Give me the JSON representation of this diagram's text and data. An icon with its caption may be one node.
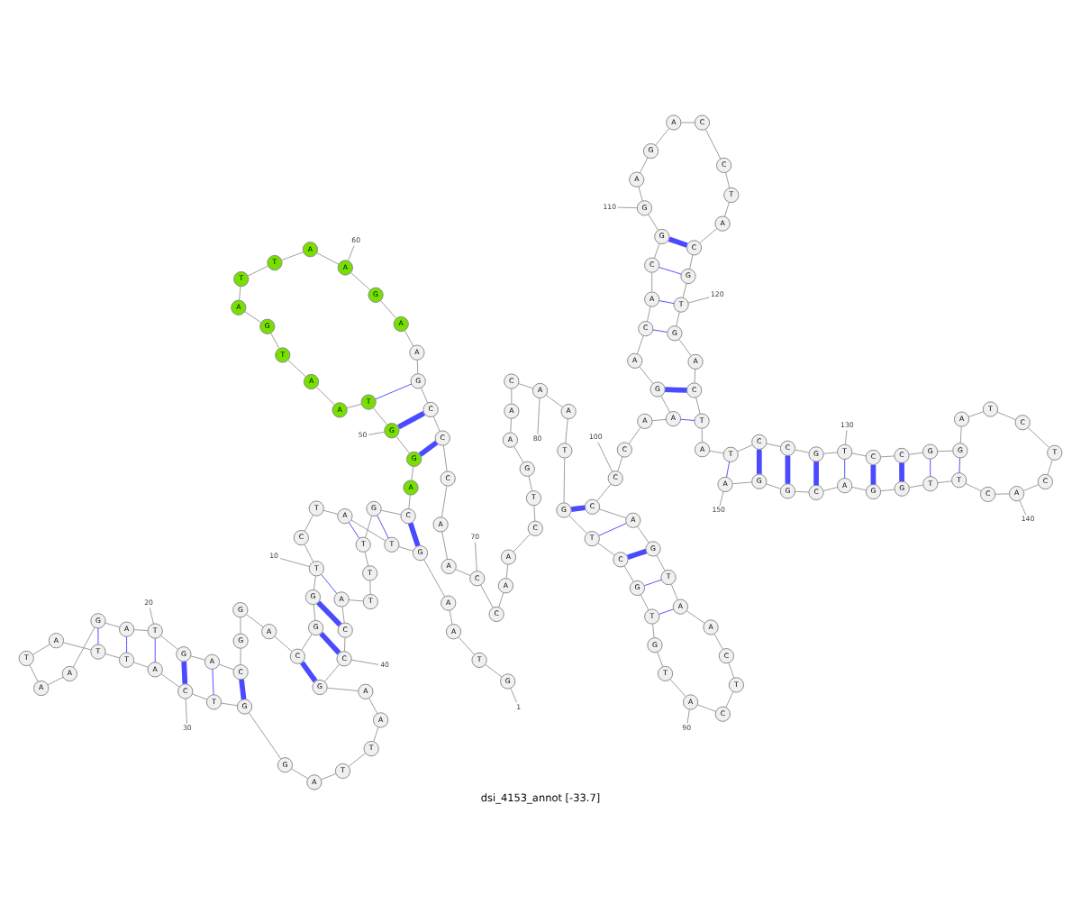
{
  "diagram": {
    "title": "dsi_4153_annot [-33.7]",
    "nodes": [
      {
        "text": [
          "G"
        ]
      },
      {
        "text": [
          "T"
        ]
      },
      {
        "text": [
          "A"
        ]
      },
      {
        "text": [
          "A"
        ]
      },
      {
        "text": [
          "G"
        ]
      },
      {
        "text": [
          "T"
        ]
      },
      {
        "text": [
          "A"
        ]
      },
      {
        "text": [
          "T"
        ]
      },
      {
        "text": [
          "C"
        ]
      },
      {
        "text": [
          "T"
        ]
      },
      {
        "text": [
          "G"
        ]
      },
      {
        "text": [
          "G"
        ]
      },
      {
        "text": [
          "C"
        ]
      },
      {
        "text": [
          "A"
        ]
      },
      {
        "text": [
          "G"
        ]
      },
      {
        "text": [
          "G"
        ]
      },
      {
        "text": [
          "C"
        ]
      },
      {
        "text": [
          "A"
        ]
      },
      {
        "text": [
          "G"
        ]
      },
      {
        "text": [
          "T"
        ]
      },
      {
        "text": [
          "A"
        ]
      },
      {
        "text": [
          "G"
        ]
      },
      {
        "text": [
          "A"
        ]
      },
      {
        "text": [
          "A"
        ]
      },
      {
        "text": [
          "T"
        ]
      },
      {
        "text": [
          "A"
        ]
      },
      {
        "text": [
          "T"
        ]
      },
      {
        "text": [
          "T"
        ]
      },
      {
        "text": [
          "A"
        ]
      },
      {
        "text": [
          "C"
        ]
      },
      {
        "text": [
          "T"
        ]
      },
      {
        "text": [
          "G"
        ]
      },
      {
        "text": [
          "G"
        ]
      },
      {
        "text": [
          "A"
        ]
      },
      {
        "text": [
          "T"
        ]
      },
      {
        "text": [
          "T"
        ]
      },
      {
        "text": [
          "A"
        ]
      },
      {
        "text": [
          "A"
        ]
      },
      {
        "text": [
          "G"
        ]
      },
      {
        "text": [
          "C"
        ]
      },
      {
        "text": [
          "C"
        ]
      },
      {
        "text": [
          "A"
        ]
      },
      {
        "text": [
          "T"
        ]
      },
      {
        "text": [
          "T"
        ]
      },
      {
        "text": [
          "T"
        ]
      },
      {
        "text": [
          "G"
        ]
      },
      {
        "text": [
          "C"
        ]
      },
      {
        "text": [
          "A"
        ]
      },
      {
        "text": [
          "G"
        ]
      },
      {
        "text": [
          "G"
        ]
      },
      {
        "text": [
          "T"
        ]
      },
      {
        "text": [
          "A"
        ]
      },
      {
        "text": [
          "A"
        ]
      },
      {
        "text": [
          "T"
        ]
      },
      {
        "text": [
          "G"
        ]
      },
      {
        "text": [
          "A"
        ]
      },
      {
        "text": [
          "T"
        ]
      },
      {
        "text": [
          "T"
        ]
      },
      {
        "text": [
          "A"
        ]
      },
      {
        "text": [
          "A"
        ]
      },
      {
        "text": [
          "G"
        ]
      },
      {
        "text": [
          "A"
        ]
      },
      {
        "text": [
          "A"
        ]
      },
      {
        "text": [
          "G"
        ]
      },
      {
        "text": [
          "C"
        ]
      },
      {
        "text": [
          "C"
        ]
      },
      {
        "text": [
          "C"
        ]
      },
      {
        "text": [
          "A"
        ]
      },
      {
        "text": [
          "A"
        ]
      },
      {
        "text": [
          "C"
        ]
      },
      {
        "text": [
          "C"
        ]
      },
      {
        "text": [
          "A"
        ]
      },
      {
        "text": [
          "A"
        ]
      },
      {
        "text": [
          "C"
        ]
      },
      {
        "text": [
          "T"
        ]
      },
      {
        "text": [
          "G"
        ]
      },
      {
        "text": [
          "A"
        ]
      },
      {
        "text": [
          "A"
        ]
      },
      {
        "text": [
          "C"
        ]
      },
      {
        "text": [
          "A"
        ]
      },
      {
        "text": [
          "A"
        ]
      },
      {
        "text": [
          "T"
        ]
      },
      {
        "text": [
          "G"
        ]
      },
      {
        "text": [
          "T"
        ]
      },
      {
        "text": [
          "C"
        ]
      },
      {
        "text": [
          "G"
        ]
      },
      {
        "text": [
          "T"
        ]
      },
      {
        "text": [
          "G"
        ]
      },
      {
        "text": [
          "T"
        ]
      },
      {
        "text": [
          "A"
        ]
      },
      {
        "text": [
          "C"
        ]
      },
      {
        "text": [
          "T"
        ]
      },
      {
        "text": [
          "C"
        ]
      },
      {
        "text": [
          "A"
        ]
      },
      {
        "text": [
          "A"
        ]
      },
      {
        "text": [
          "T"
        ]
      },
      {
        "text": [
          "G"
        ]
      },
      {
        "text": [
          "A"
        ]
      },
      {
        "text": [
          "C"
        ]
      },
      {
        "text": [
          "C"
        ]
      },
      {
        "text": [
          "C"
        ]
      },
      {
        "text": [
          "A"
        ]
      },
      {
        "text": [
          "A"
        ]
      },
      {
        "text": [
          "G"
        ]
      },
      {
        "text": [
          "A"
        ]
      },
      {
        "text": [
          "C"
        ]
      },
      {
        "text": [
          "A"
        ]
      },
      {
        "text": [
          "C"
        ]
      },
      {
        "text": [
          "G"
        ]
      },
      {
        "text": [
          "G"
        ]
      },
      {
        "text": [
          "A"
        ]
      },
      {
        "text": [
          "G"
        ]
      },
      {
        "text": [
          "A"
        ]
      },
      {
        "text": [
          "C"
        ]
      },
      {
        "text": [
          "C"
        ]
      },
      {
        "text": [
          "T"
        ]
      },
      {
        "text": [
          "A"
        ]
      },
      {
        "text": [
          "C"
        ]
      },
      {
        "text": [
          "G"
        ]
      },
      {
        "text": [
          "T"
        ]
      },
      {
        "text": [
          "G"
        ]
      },
      {
        "text": [
          "A"
        ]
      },
      {
        "text": [
          "C"
        ]
      },
      {
        "text": [
          "T"
        ]
      },
      {
        "text": [
          "A"
        ]
      },
      {
        "text": [
          "T"
        ]
      },
      {
        "text": [
          "C"
        ]
      },
      {
        "text": [
          "C"
        ]
      },
      {
        "text": [
          "G"
        ]
      },
      {
        "text": [
          "T"
        ]
      },
      {
        "text": [
          "C"
        ]
      },
      {
        "text": [
          "C"
        ]
      },
      {
        "text": [
          "G"
        ]
      },
      {
        "text": [
          "G"
        ]
      },
      {
        "text": [
          "A"
        ]
      },
      {
        "text": [
          "T"
        ]
      },
      {
        "text": [
          "C"
        ]
      },
      {
        "text": [
          "T"
        ]
      },
      {
        "text": [
          "C"
        ]
      },
      {
        "text": [
          "A"
        ]
      },
      {
        "text": [
          "C"
        ]
      },
      {
        "text": [
          "T"
        ]
      },
      {
        "text": [
          "T"
        ]
      },
      {
        "text": [
          "G"
        ]
      },
      {
        "text": [
          "G"
        ]
      },
      {
        "text": [
          "A"
        ]
      },
      {
        "text": [
          "C"
        ]
      },
      {
        "text": [
          "G"
        ]
      },
      {
        "text": [
          "G"
        ]
      },
      {
        "text": [
          "A"
        ]
      },
      {
        "text": [
          "1"
        ]
      },
      {
        "text": [
          "10"
        ]
      },
      {
        "text": [
          "20"
        ]
      },
      {
        "text": [
          "30"
        ]
      },
      {
        "text": [
          "40"
        ]
      },
      {
        "text": [
          "50"
        ]
      },
      {
        "text": [
          "60"
        ]
      },
      {
        "text": [
          "70"
        ]
      },
      {
        "text": [
          "80"
        ]
      },
      {
        "text": [
          "90"
        ]
      },
      {
        "text": [
          "100"
        ]
      },
      {
        "text": [
          "110"
        ]
      },
      {
        "text": [
          "120"
        ]
      },
      {
        "text": [
          "130"
        ]
      },
      {
        "text": [
          "140"
        ]
      },
      {
        "text": [
          "150"
        ]
      }
    ],
    "edges": [
      {
        "from": 0,
        "to": 1,
        "arrow": "none"
      },
      {
        "from": 1,
        "to": 2,
        "arrow": "none"
      },
      {
        "from": 2,
        "to": 3,
        "arrow": "none"
      },
      {
        "from": 3,
        "to": 4,
        "arrow": "none"
      },
      {
        "from": 4,
        "to": 5,
        "arrow": "none"
      },
      {
        "from": 5,
        "to": 6,
        "arrow": "none"
      },
      {
        "from": 6,
        "to": 7,
        "arrow": "none"
      },
      {
        "from": 7,
        "to": 8,
        "arrow": "none"
      },
      {
        "from": 8,
        "to": 9,
        "arrow": "none"
      },
      {
        "from": 9,
        "to": 10,
        "arrow": "none"
      },
      {
        "from": 10,
        "to": 11,
        "arrow": "none"
      },
      {
        "from": 11,
        "to": 12,
        "arrow": "none"
      },
      {
        "from": 12,
        "to": 13,
        "arrow": "none"
      },
      {
        "from": 13,
        "to": 14,
        "arrow": "none"
      },
      {
        "from": 14,
        "to": 15,
        "arrow": "none"
      },
      {
        "from": 15,
        "to": 16,
        "arrow": "none"
      },
      {
        "from": 16,
        "to": 17,
        "arrow": "none"
      },
      {
        "from": 17,
        "to": 18,
        "arrow": "none"
      },
      {
        "from": 18,
        "to": 19,
        "arrow": "none"
      },
      {
        "from": 19,
        "to": 20,
        "arrow": "none"
      },
      {
        "from": 20,
        "to": 21,
        "arrow": "none"
      },
      {
        "from": 21,
        "to": 22,
        "arrow": "none"
      },
      {
        "from": 22,
        "to": 23,
        "arrow": "none"
      },
      {
        "from": 23,
        "to": 24,
        "arrow": "none"
      },
      {
        "from": 24,
        "to": 25,
        "arrow": "none"
      },
      {
        "from": 25,
        "to": 26,
        "arrow": "none"
      },
      {
        "from": 26,
        "to": 27,
        "arrow": "none"
      },
      {
        "from": 27,
        "to": 28,
        "arrow": "none"
      },
      {
        "from": 28,
        "to": 29,
        "arrow": "none"
      },
      {
        "from": 29,
        "to": 30,
        "arrow": "none"
      },
      {
        "from": 30,
        "to": 31,
        "arrow": "none"
      },
      {
        "from": 31,
        "to": 32,
        "arrow": "none"
      },
      {
        "from": 32,
        "to": 33,
        "arrow": "none"
      },
      {
        "from": 33,
        "to": 34,
        "arrow": "none"
      },
      {
        "from": 34,
        "to": 35,
        "arrow": "none"
      },
      {
        "from": 35,
        "to": 36,
        "arrow": "none"
      },
      {
        "from": 36,
        "to": 37,
        "arrow": "none"
      },
      {
        "from": 37,
        "to": 38,
        "arrow": "none"
      },
      {
        "from": 38,
        "to": 39,
        "arrow": "none"
      },
      {
        "from": 39,
        "to": 40,
        "arrow": "none"
      },
      {
        "from": 40,
        "to": 41,
        "arrow": "none"
      },
      {
        "from": 41,
        "to": 42,
        "arrow": "none"
      },
      {
        "from": 42,
        "to": 43,
        "arrow": "none"
      },
      {
        "from": 43,
        "to": 44,
        "arrow": "none"
      },
      {
        "from": 44,
        "to": 45,
        "arrow": "none"
      },
      {
        "from": 45,
        "to": 46,
        "arrow": "none"
      },
      {
        "from": 46,
        "to": 47,
        "arrow": "none"
      },
      {
        "from": 47,
        "to": 48,
        "arrow": "none"
      },
      {
        "from": 48,
        "to": 49,
        "arrow": "none"
      },
      {
        "from": 49,
        "to": 50,
        "arrow": "none"
      },
      {
        "from": 50,
        "to": 51,
        "arrow": "none"
      },
      {
        "from": 51,
        "to": 52,
        "arrow": "none"
      },
      {
        "from": 52,
        "to": 53,
        "arrow": "none"
      },
      {
        "from": 53,
        "to": 54,
        "arrow": "none"
      },
      {
        "from": 54,
        "to": 55,
        "arrow": "none"
      },
      {
        "from": 55,
        "to": 56,
        "arrow": "none"
      },
      {
        "from": 56,
        "to": 57,
        "arrow": "none"
      },
      {
        "from": 57,
        "to": 58,
        "arrow": "none"
      },
      {
        "from": 58,
        "to": 59,
        "arrow": "none"
      },
      {
        "from": 59,
        "to": 60,
        "arrow": "none"
      },
      {
        "from": 60,
        "to": 61,
        "arrow": "none"
      },
      {
        "from": 61,
        "to": 62,
        "arrow": "none"
      },
      {
        "from": 62,
        "to": 63,
        "arrow": "none"
      },
      {
        "from": 63,
        "to": 64,
        "arrow": "none"
      },
      {
        "from": 64,
        "to": 65,
        "arrow": "none"
      },
      {
        "from": 65,
        "to": 66,
        "arrow": "none"
      },
      {
        "from": 66,
        "to": 67,
        "arrow": "none"
      },
      {
        "from": 67,
        "to": 68,
        "arrow": "none"
      },
      {
        "from": 68,
        "to": 69,
        "arrow": "none"
      },
      {
        "from": 69,
        "to": 70,
        "arrow": "none"
      },
      {
        "from": 70,
        "to": 71,
        "arrow": "none"
      },
      {
        "from": 71,
        "to": 72,
        "arrow": "none"
      },
      {
        "from": 72,
        "to": 73,
        "arrow": "none"
      },
      {
        "from": 73,
        "to": 74,
        "arrow": "none"
      },
      {
        "from": 74,
        "to": 75,
        "arrow": "none"
      },
      {
        "from": 75,
        "to": 76,
        "arrow": "none"
      },
      {
        "from": 76,
        "to": 77,
        "arrow": "none"
      },
      {
        "from": 77,
        "to": 78,
        "arrow": "none"
      },
      {
        "from": 78,
        "to": 79,
        "arrow": "none"
      },
      {
        "from": 79,
        "to": 80,
        "arrow": "none"
      },
      {
        "from": 80,
        "to": 81,
        "arrow": "none"
      },
      {
        "from": 81,
        "to": 82,
        "arrow": "none"
      },
      {
        "from": 82,
        "to": 83,
        "arrow": "none"
      },
      {
        "from": 83,
        "to": 84,
        "arrow": "none"
      },
      {
        "from": 84,
        "to": 85,
        "arrow": "none"
      },
      {
        "from": 85,
        "to": 86,
        "arrow": "none"
      },
      {
        "from": 86,
        "to": 87,
        "arrow": "none"
      },
      {
        "from": 87,
        "to": 88,
        "arrow": "none"
      },
      {
        "from": 88,
        "to": 89,
        "arrow": "none"
      },
      {
        "from": 89,
        "to": 90,
        "arrow": "none"
      },
      {
        "from": 90,
        "to": 91,
        "arrow": "none"
      },
      {
        "from": 91,
        "to": 92,
        "arrow": "none"
      },
      {
        "from": 92,
        "to": 93,
        "arrow": "none"
      },
      {
        "from": 93,
        "to": 94,
        "arrow": "none"
      },
      {
        "from": 94,
        "to": 95,
        "arrow": "none"
      },
      {
        "from": 95,
        "to": 96,
        "arrow": "none"
      },
      {
        "from": 96,
        "to": 97,
        "arrow": "none"
      },
      {
        "from": 97,
        "to": 98,
        "arrow": "none"
      },
      {
        "from": 98,
        "to": 99,
        "arrow": "none"
      },
      {
        "from": 99,
        "to": 100,
        "arrow": "none"
      },
      {
        "from": 100,
        "to": 101,
        "arrow": "none"
      },
      {
        "from": 101,
        "to": 102,
        "arrow": "none"
      },
      {
        "from": 102,
        "to": 103,
        "arrow": "none"
      },
      {
        "from": 103,
        "to": 104,
        "arrow": "none"
      },
      {
        "from": 104,
        "to": 105,
        "arrow": "none"
      },
      {
        "from": 105,
        "to": 106,
        "arrow": "none"
      },
      {
        "from": 106,
        "to": 107,
        "arrow": "none"
      },
      {
        "from": 107,
        "to": 108,
        "arrow": "none"
      },
      {
        "from": 108,
        "to": 109,
        "arrow": "none"
      },
      {
        "from": 109,
        "to": 110,
        "arrow": "none"
      },
      {
        "from": 110,
        "to": 111,
        "arrow": "none"
      },
      {
        "from": 111,
        "to": 112,
        "arrow": "none"
      },
      {
        "from": 112,
        "to": 113,
        "arrow": "none"
      },
      {
        "from": 113,
        "to": 114,
        "arrow": "none"
      },
      {
        "from": 114,
        "to": 115,
        "arrow": "none"
      },
      {
        "from": 115,
        "to": 116,
        "arrow": "none"
      },
      {
        "from": 116,
        "to": 117,
        "arrow": "none"
      },
      {
        "from": 117,
        "to": 118,
        "arrow": "none"
      },
      {
        "from": 118,
        "to": 119,
        "arrow": "none"
      },
      {
        "from": 119,
        "to": 120,
        "arrow": "none"
      },
      {
        "from": 120,
        "to": 121,
        "arrow": "none"
      },
      {
        "from": 121,
        "to": 122,
        "arrow": "none"
      },
      {
        "from": 122,
        "to": 123,
        "arrow": "none"
      },
      {
        "from": 123,
        "to": 124,
        "arrow": "none"
      },
      {
        "from": 124,
        "to": 125,
        "arrow": "none"
      },
      {
        "from": 125,
        "to": 126,
        "arrow": "none"
      },
      {
        "from": 126,
        "to": 127,
        "arrow": "none"
      },
      {
        "from": 127,
        "to": 128,
        "arrow": "none"
      },
      {
        "from": 128,
        "to": 129,
        "arrow": "none"
      },
      {
        "from": 129,
        "to": 130,
        "arrow": "none"
      },
      {
        "from": 130,
        "to": 131,
        "arrow": "none"
      },
      {
        "from": 131,
        "to": 132,
        "arrow": "none"
      },
      {
        "from": 132,
        "to": 133,
        "arrow": "none"
      },
      {
        "from": 133,
        "to": 134,
        "arrow": "none"
      },
      {
        "from": 134,
        "to": 135,
        "arrow": "none"
      },
      {
        "from": 135,
        "to": 136,
        "arrow": "none"
      },
      {
        "from": 136,
        "to": 137,
        "arrow": "none"
      },
      {
        "from": 137,
        "to": 138,
        "arrow": "none"
      },
      {
        "from": 138,
        "to": 139,
        "arrow": "none"
      },
      {
        "from": 139,
        "to": 140,
        "arrow": "none"
      },
      {
        "from": 140,
        "to": 141,
        "arrow": "none"
      },
      {
        "from": 141,
        "to": 142,
        "arrow": "none"
      },
      {
        "from": 142,
        "to": 143,
        "arrow": "none"
      },
      {
        "from": 143,
        "to": 144,
        "arrow": "none"
      },
      {
        "from": 144,
        "to": 145,
        "arrow": "none"
      },
      {
        "from": 145,
        "to": 146,
        "arrow": "none"
      },
      {
        "from": 146,
        "to": 147,
        "arrow": "none"
      },
      {
        "from": 147,
        "to": 148,
        "arrow": "none"
      },
      {
        "from": 148,
        "to": 149,
        "arrow": "none"
      },
      {
        "from": 4,
        "to": 46,
        "arrow": "none",
        "style": "thick",
        "color": "#4a4aff"
      },
      {
        "from": 5,
        "to": 45,
        "arrow": "none",
        "color": "#4a4aff"
      },
      {
        "from": 6,
        "to": 44,
        "arrow": "none",
        "color": "#4a4aff"
      },
      {
        "from": 9,
        "to": 41,
        "arrow": "none",
        "color": "#4a4aff"
      },
      {
        "from": 10,
        "to": 40,
        "arrow": "none",
        "style": "thick",
        "color": "#4a4aff"
      },
      {
        "from": 11,
        "to": 39,
        "arrow": "none",
        "style": "thick",
        "color": "#4a4aff"
      },
      {
        "from": 12,
        "to": 38,
        "arrow": "none",
        "style": "thick",
        "color": "#4a4aff"
      },
      {
        "from": 16,
        "to": 31,
        "arrow": "none",
        "style": "thick",
        "color": "#4a4aff"
      },
      {
        "from": 17,
        "to": 30,
        "arrow": "none",
        "color": "#4a4aff"
      },
      {
        "from": 18,
        "to": 29,
        "arrow": "none",
        "style": "thick",
        "color": "#4a4aff"
      },
      {
        "from": 19,
        "to": 28,
        "arrow": "none",
        "color": "#4a4aff"
      },
      {
        "from": 20,
        "to": 27,
        "arrow": "none",
        "color": "#4a4aff"
      },
      {
        "from": 21,
        "to": 26,
        "arrow": "none",
        "color": "#4a4aff"
      },
      {
        "from": 48,
        "to": 65,
        "arrow": "none",
        "style": "thick",
        "color": "#4a4aff"
      },
      {
        "from": 49,
        "to": 64,
        "arrow": "none",
        "style": "thick",
        "color": "#4a4aff"
      },
      {
        "from": 50,
        "to": 63,
        "arrow": "none",
        "color": "#4a4aff"
      },
      {
        "from": 82,
        "to": 98,
        "arrow": "none",
        "style": "thick",
        "color": "#4a4aff"
      },
      {
        "from": 83,
        "to": 97,
        "arrow": "none",
        "color": "#4a4aff"
      },
      {
        "from": 84,
        "to": 96,
        "arrow": "none",
        "style": "thick",
        "color": "#4a4aff"
      },
      {
        "from": 85,
        "to": 95,
        "arrow": "none",
        "color": "#4a4aff"
      },
      {
        "from": 86,
        "to": 94,
        "arrow": "none",
        "color": "#4a4aff"
      },
      {
        "from": 102,
        "to": 123,
        "arrow": "none",
        "color": "#4a4aff"
      },
      {
        "from": 103,
        "to": 122,
        "arrow": "none",
        "style": "thick",
        "color": "#4a4aff"
      },
      {
        "from": 105,
        "to": 120,
        "arrow": "none",
        "color": "#4a4aff"
      },
      {
        "from": 106,
        "to": 119,
        "arrow": "none",
        "color": "#4a4aff"
      },
      {
        "from": 107,
        "to": 118,
        "arrow": "none",
        "color": "#4a4aff"
      },
      {
        "from": 108,
        "to": 117,
        "arrow": "none",
        "style": "thick",
        "color": "#4a4aff"
      },
      {
        "from": 125,
        "to": 149,
        "arrow": "none",
        "color": "#4a4aff"
      },
      {
        "from": 126,
        "to": 148,
        "arrow": "none",
        "style": "thick",
        "color": "#4a4aff"
      },
      {
        "from": 127,
        "to": 147,
        "arrow": "none",
        "style": "thick",
        "color": "#4a4aff"
      },
      {
        "from": 128,
        "to": 146,
        "arrow": "none",
        "style": "thick",
        "color": "#4a4aff"
      },
      {
        "from": 129,
        "to": 145,
        "arrow": "none",
        "color": "#4a4aff"
      },
      {
        "from": 130,
        "to": 144,
        "arrow": "none",
        "style": "thick",
        "color": "#4a4aff"
      },
      {
        "from": 131,
        "to": 143,
        "arrow": "none",
        "style": "thick",
        "color": "#4a4aff"
      },
      {
        "from": 132,
        "to": 142,
        "arrow": "none",
        "color": "#4a4aff"
      },
      {
        "from": 133,
        "to": 141,
        "arrow": "none",
        "color": "#4a4aff"
      },
      {
        "from": 150,
        "to": 0,
        "arrow": "none"
      },
      {
        "from": 151,
        "to": 9,
        "arrow": "none"
      },
      {
        "from": 152,
        "to": 19,
        "arrow": "none"
      },
      {
        "from": 153,
        "to": 29,
        "arrow": "none"
      },
      {
        "from": 154,
        "to": 39,
        "arrow": "none"
      },
      {
        "from": 155,
        "to": 49,
        "arrow": "none"
      },
      {
        "from": 156,
        "to": 59,
        "arrow": "none"
      },
      {
        "from": 157,
        "to": 69,
        "arrow": "none"
      },
      {
        "from": 158,
        "to": 79,
        "arrow": "none"
      },
      {
        "from": 159,
        "to": 89,
        "arrow": "none"
      },
      {
        "from": 160,
        "to": 99,
        "arrow": "none"
      },
      {
        "from": 161,
        "to": 109,
        "arrow": "none"
      },
      {
        "from": 162,
        "to": 119,
        "arrow": "none"
      },
      {
        "from": 163,
        "to": 129,
        "arrow": "none"
      },
      {
        "from": 164,
        "to": 139,
        "arrow": "none"
      },
      {
        "from": 165,
        "to": 149,
        "arrow": "none"
      }
    ]
  }
}
